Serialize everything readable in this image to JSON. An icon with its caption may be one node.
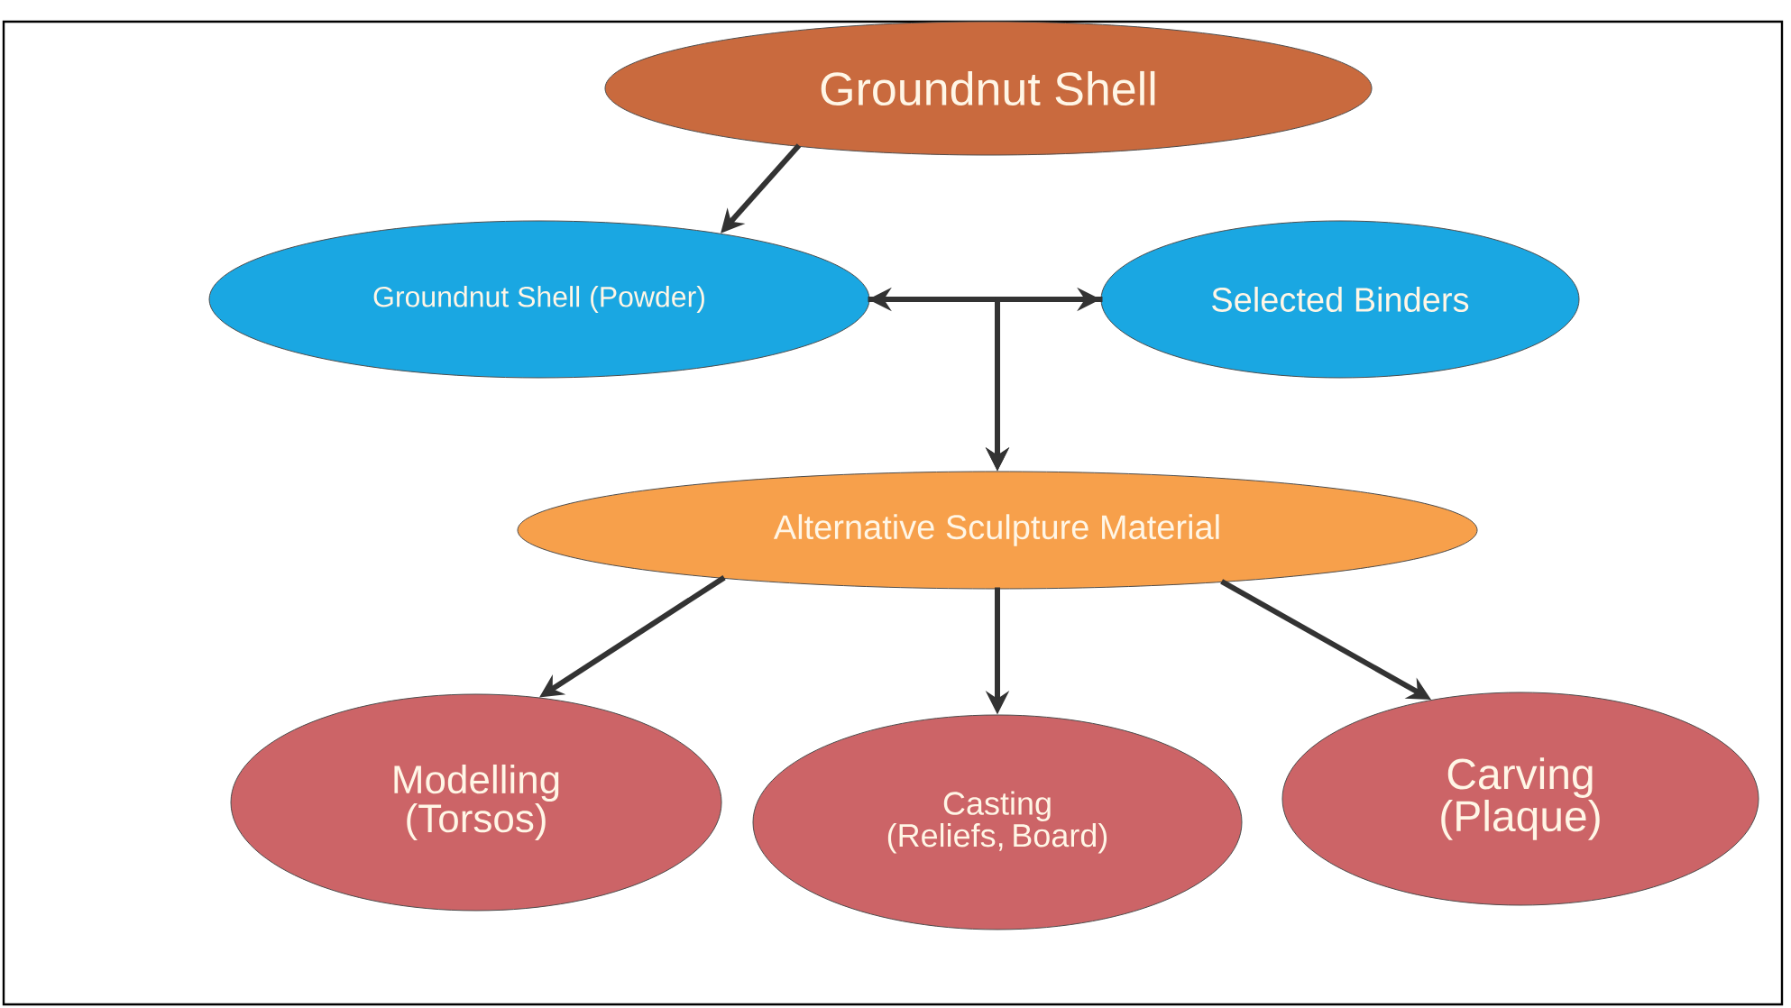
{
  "diagram": {
    "nodes": [
      {
        "text": [
          "Groundnut  Shell"
        ]
      },
      {
        "text": [
          "Groundnut Shell (Powder)"
        ]
      },
      {
        "text": [
          "Selected Binders"
        ]
      },
      {
        "text": [
          "Alternative Sculpture Material"
        ]
      },
      {
        "text": [
          "Modelling (Torsos)"
        ]
      },
      {
        "text": [
          "Casting (Reliefs, Board)"
        ]
      },
      {
        "text": [
          "Carving (Plaque)"
        ]
      }
    ],
    "edges": [
      {
        "from": 0,
        "to": 1,
        "arrow": "to"
      },
      {
        "from": 1,
        "to": 2,
        "arrow": "both"
      },
      {
        "from": 1,
        "to": 3,
        "arrow": "to"
      },
      {
        "from": 2,
        "to": 3,
        "arrow": "to"
      },
      {
        "from": 3,
        "to": 4,
        "arrow": "to"
      },
      {
        "from": 3,
        "to": 5,
        "arrow": "to"
      },
      {
        "from": 3,
        "to": 6,
        "arrow": "to"
      }
    ]
  }
}
